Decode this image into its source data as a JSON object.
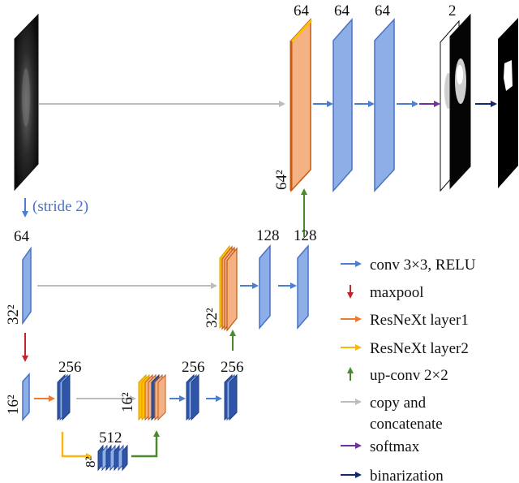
{
  "labels": {
    "top_ch_64_a": "64",
    "top_ch_64_b": "64",
    "top_ch_64_c": "64",
    "top_ch_2": "2",
    "top_size": "64²",
    "stride": "(stride 2)",
    "l2_ch_64": "64",
    "l2_size": "32²",
    "l2_ch_128_a": "128",
    "l2_ch_128_b": "128",
    "l2_size_dec": "32²",
    "l3_size": "16²",
    "l3_ch_256": "256",
    "l3_size_dec": "16²",
    "l3_ch_256_b": "256",
    "l3_ch_256_c": "256",
    "l4_ch_512": "512",
    "l4_size": "8²"
  },
  "legend": [
    {
      "text": "conv 3×3, RELU",
      "color": "#4a7fd0",
      "dir": "right"
    },
    {
      "text": "maxpool",
      "color": "#c0262c",
      "dir": "down"
    },
    {
      "text": "ResNeXt layer1",
      "color": "#ee7b2c",
      "dir": "right"
    },
    {
      "text": "ResNeXt layer2",
      "color": "#f7b612",
      "dir": "right"
    },
    {
      "text": "up-conv 2×2",
      "color": "#4a8a2c",
      "dir": "up"
    },
    {
      "text": "copy and",
      "text2": "concatenate",
      "color": "#bdbdbd",
      "dir": "right"
    },
    {
      "text": "softmax",
      "color": "#7030a0",
      "dir": "right"
    },
    {
      "text": "binarization",
      "color": "#0e2a6b",
      "dir": "right"
    }
  ],
  "colors": {
    "blue_fill": "#8eaee8",
    "blue_edge": "#4a72c4",
    "orange_fill": "#f4b183",
    "orange_edge": "#c55a11",
    "yellow": "#ffc000",
    "dark_blue": "#2e55a7"
  }
}
